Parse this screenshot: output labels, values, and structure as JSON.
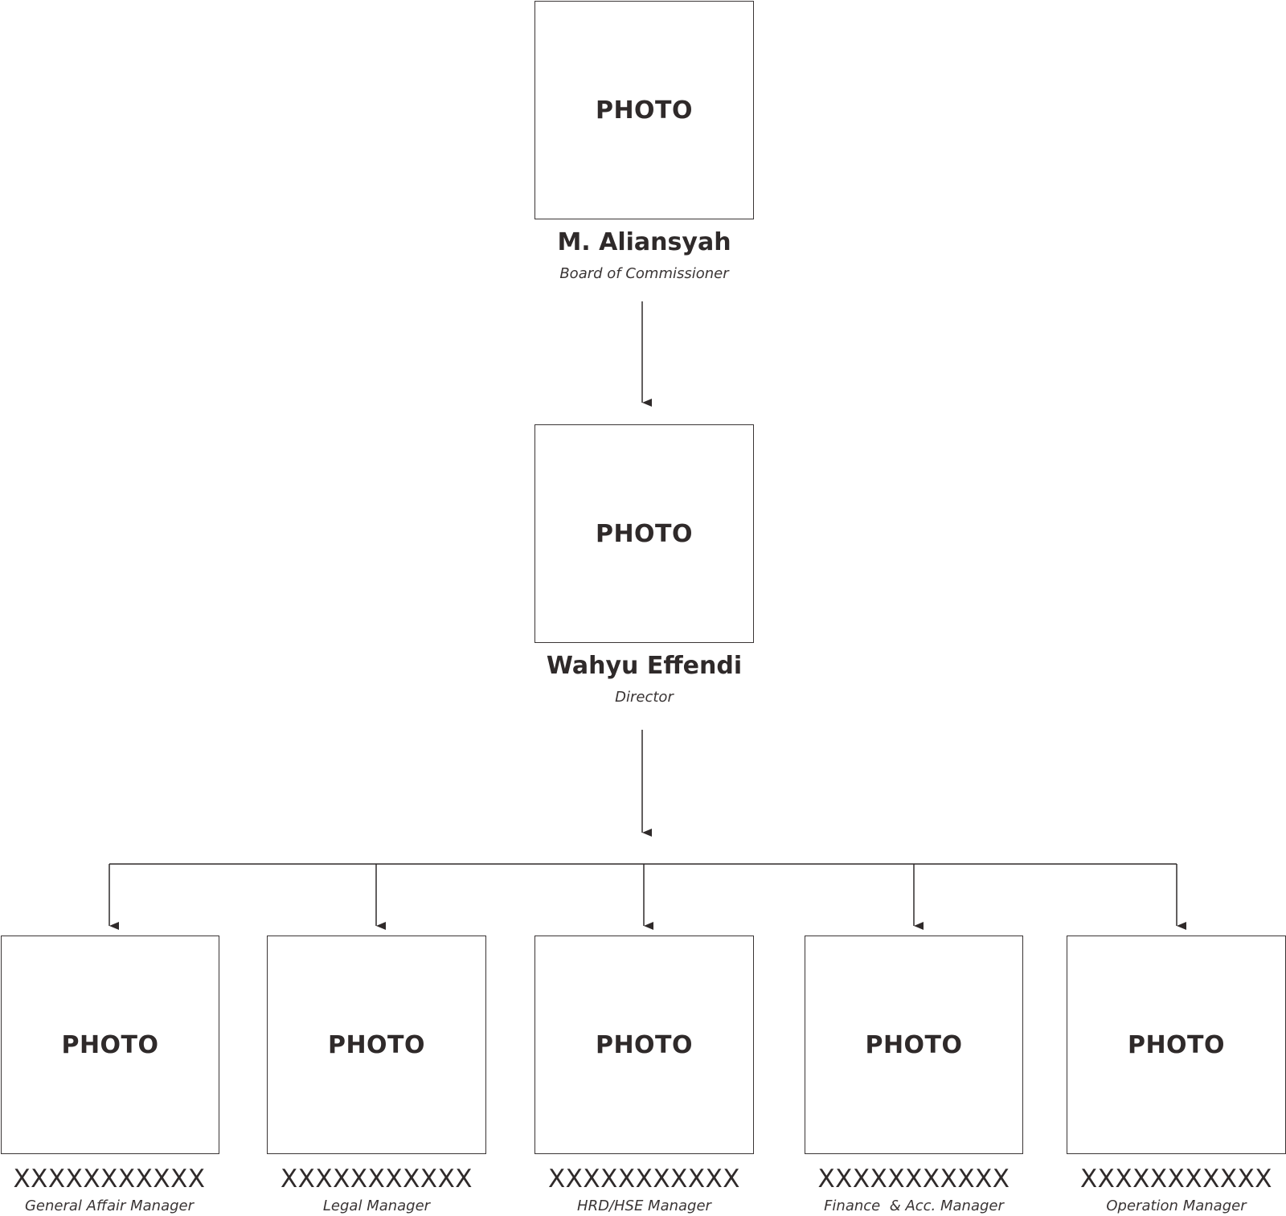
{
  "photo_placeholder": "PHOTO",
  "nodes": {
    "commissioner": {
      "name": "M. Aliansyah",
      "role": "Board of Commissioner"
    },
    "director": {
      "name": "Wahyu Effendi",
      "role": "Director"
    },
    "managers": [
      {
        "name": "XXXXXXXXXXX",
        "role": "General Affair Manager"
      },
      {
        "name": "XXXXXXXXXXX",
        "role": "Legal Manager"
      },
      {
        "name": "XXXXXXXXXXX",
        "role": "HRD/HSE Manager"
      },
      {
        "name": "XXXXXXXXXXX",
        "role": "Finance  & Acc. Manager"
      },
      {
        "name": "XXXXXXXXXXX",
        "role": "Operation Manager"
      }
    ]
  },
  "colors": {
    "line": "#2f2a2a",
    "text": "#2f2a2a",
    "border": "#3a3535"
  }
}
